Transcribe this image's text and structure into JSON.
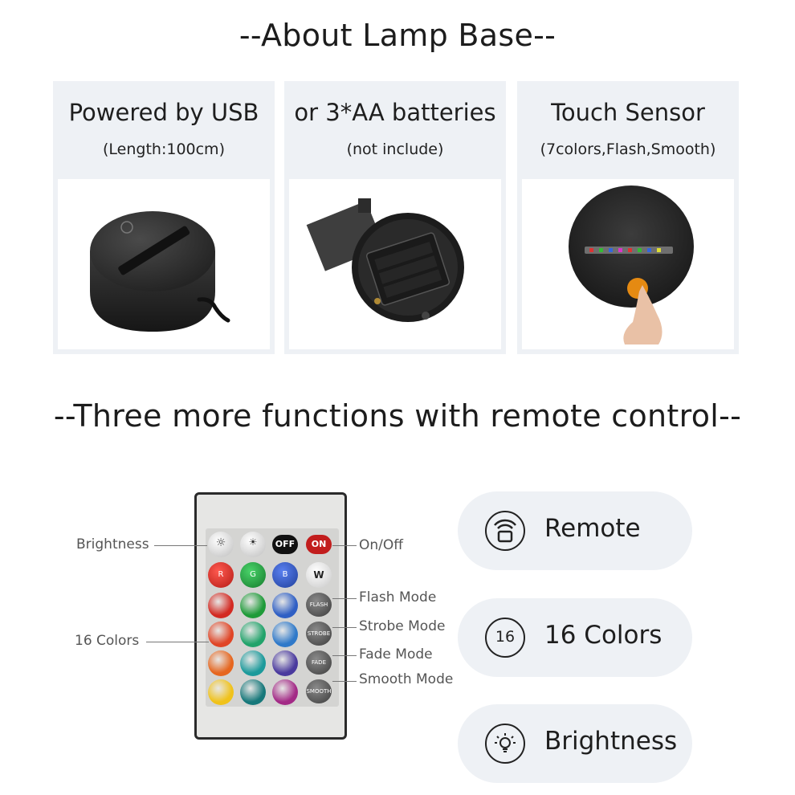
{
  "headings": {
    "about": "--About Lamp Base--",
    "functions": "--Three more functions with remote control--"
  },
  "cards": [
    {
      "title": "Powered by USB",
      "subtitle": "(Length:100cm)",
      "photo": "usb-lamp-base"
    },
    {
      "title": "or 3*AA batteries",
      "subtitle": "(not include)",
      "photo": "battery-compartment"
    },
    {
      "title": "Touch Sensor",
      "subtitle": "(7colors,Flash,Smooth)",
      "photo": "touch-sensor-base"
    }
  ],
  "remote": {
    "power_labels": {
      "off": "OFF",
      "on": "ON"
    },
    "rgbw_labels": [
      "R",
      "G",
      "B",
      "W"
    ],
    "mode_buttons": [
      "FLASH",
      "STROBE",
      "FADE",
      "SMOOTH"
    ],
    "color_grid": [
      [
        "#d32a22",
        "#1f9b39",
        "#2f5fc4"
      ],
      [
        "#e04526",
        "#22a36b",
        "#2f79c9"
      ],
      [
        "#e6661f",
        "#1c9a9b",
        "#4a3a9e"
      ],
      [
        "#f0c21a",
        "#17787a",
        "#a32a86"
      ]
    ],
    "callouts": {
      "brightness": "Brightness",
      "colors": "16 Colors",
      "onoff": "On/Off",
      "flash": "Flash Mode",
      "strobe": "Strobe Mode",
      "fade": "Fade Mode",
      "smooth": "Smooth Mode"
    }
  },
  "features": [
    {
      "icon": "remote-signal-icon",
      "label": "Remote"
    },
    {
      "icon": "number-16-icon",
      "label": "16 Colors",
      "badge": "16"
    },
    {
      "icon": "lightbulb-icon",
      "label": "Brightness"
    }
  ]
}
